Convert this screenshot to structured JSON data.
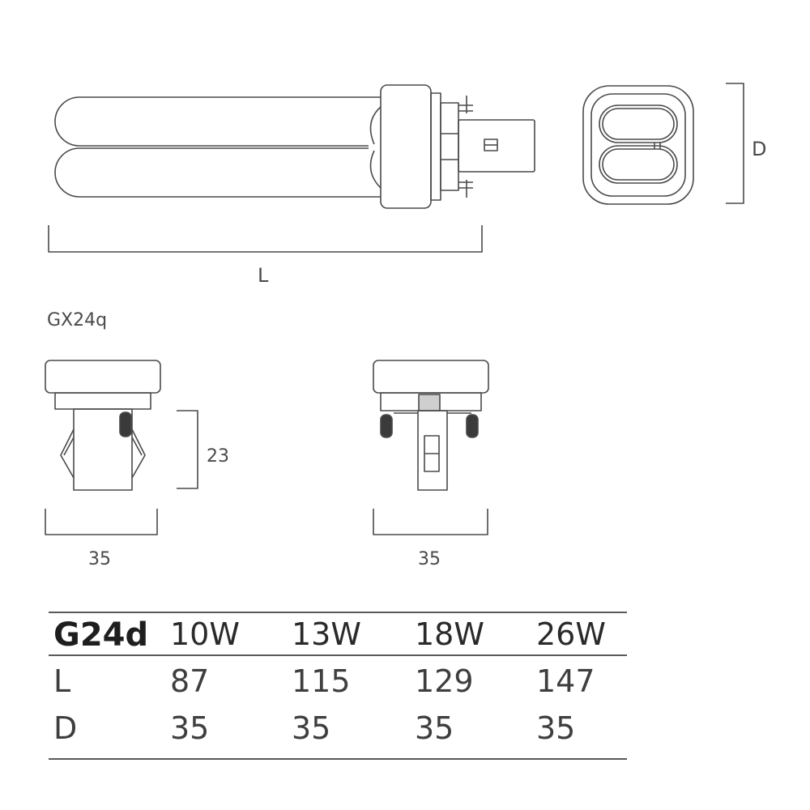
{
  "diagram": {
    "dim_length": "L",
    "dim_diameter": "D",
    "socket_label": "GX24q",
    "dim_height": "23",
    "dim_width_left": "35",
    "dim_width_right": "35"
  },
  "table": {
    "socket": "G24d",
    "wattages": [
      "10W",
      "13W",
      "18W",
      "26W"
    ],
    "rows": [
      {
        "label": "L",
        "values": [
          "87",
          "115",
          "129",
          "147"
        ]
      },
      {
        "label": "D",
        "values": [
          "35",
          "35",
          "35",
          "35"
        ]
      }
    ]
  }
}
